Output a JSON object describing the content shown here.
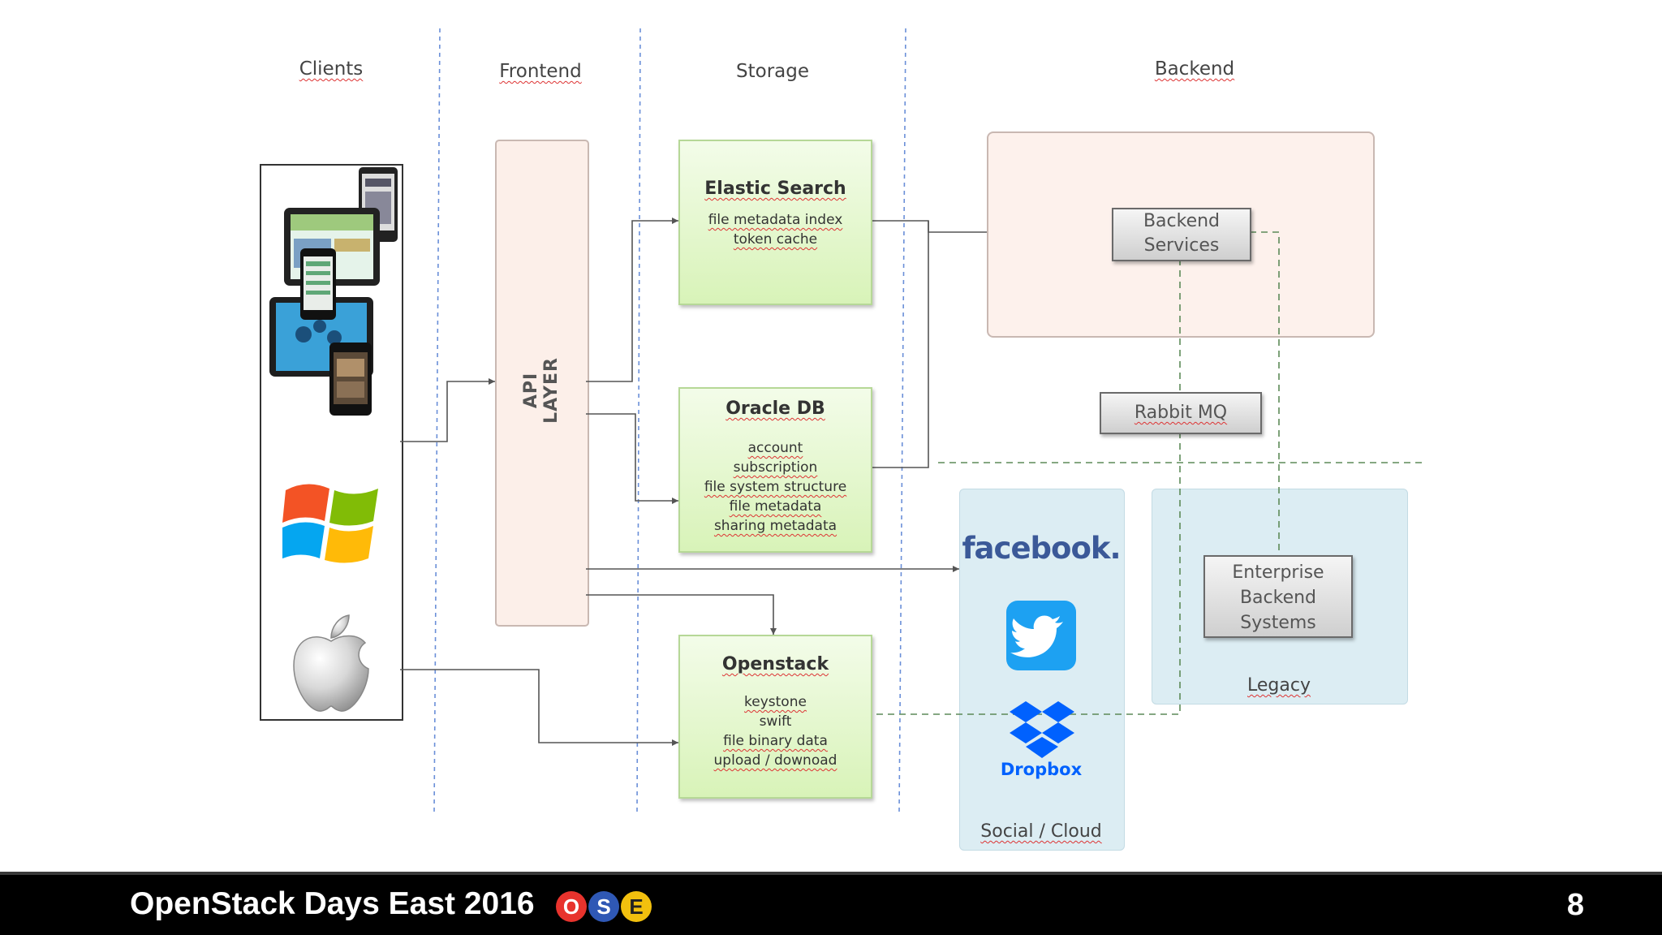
{
  "columns": {
    "clients": "Clients",
    "frontend": "Frontend",
    "storage": "Storage",
    "backend": "Backend"
  },
  "api_layer": "API LAYER",
  "storage": {
    "elastic": {
      "title": "Elastic Search",
      "lines": [
        "file metadata index",
        "token cache"
      ]
    },
    "oracle": {
      "title": "Oracle DB",
      "lines": [
        "account",
        "subscription",
        "file system structure",
        "file metadata",
        "sharing metadata"
      ]
    },
    "openstack": {
      "title": "Openstack",
      "lines": [
        "keystone",
        "swift",
        "file binary data",
        "upload / downoad"
      ]
    }
  },
  "backend": {
    "services": [
      "Backend",
      "Services"
    ],
    "rabbit": "Rabbit MQ",
    "enterprise": [
      "Enterprise",
      "Backend",
      "Systems"
    ],
    "legacy": "Legacy"
  },
  "social": {
    "facebook": "facebook.",
    "dropbox": "Dropbox",
    "label": "Social / Cloud"
  },
  "footer": {
    "title": "OpenStack Days East 2016",
    "badges": [
      {
        "letter": "O",
        "color": "#e8332d"
      },
      {
        "letter": "S",
        "color": "#2f58b5"
      },
      {
        "letter": "E",
        "color": "#f2c00e"
      }
    ],
    "page": "8"
  },
  "colors": {
    "storage_fill": "#d8f3b8",
    "api_fill": "#fcefe9",
    "backend_fill": "#fdf1ec",
    "social_fill": "#dcedf3",
    "divider": "#6a8fd8",
    "facebook": "#3b5998",
    "twitter": "#1da1f2",
    "dropbox": "#0061fe"
  }
}
